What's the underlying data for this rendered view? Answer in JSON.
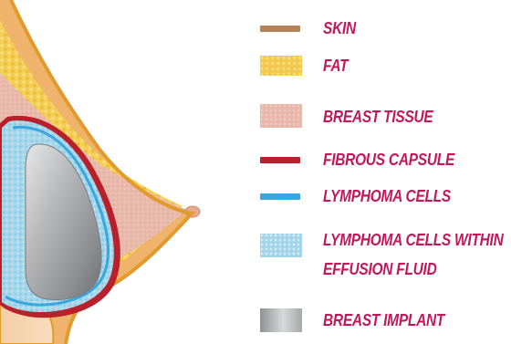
{
  "colors": {
    "skin": "#b5835a",
    "fat": "#f2c94c",
    "breast_tissue": "#e7b6a8",
    "fibrous_capsule": "#b8202c",
    "lymphoma_cells": "#39a7dc",
    "lymphoma_effusion": "#9fd3e8",
    "implant": "#a6a8aa",
    "label": "#c2185b",
    "outline": "#e39a2d"
  },
  "legend": {
    "items": [
      {
        "key": "skin",
        "label": "SKIN",
        "swatch": "line"
      },
      {
        "key": "fat",
        "label": "FAT",
        "swatch": "patch"
      },
      {
        "key": "breast_tissue",
        "label": "BREAST TISSUE",
        "swatch": "patch"
      },
      {
        "key": "fibrous_capsule",
        "label": "FIBROUS CAPSULE",
        "swatch": "line"
      },
      {
        "key": "lymphoma_cells",
        "label": "LYMPHOMA CELLS",
        "swatch": "line"
      },
      {
        "key": "lymphoma_effusion",
        "label": "LYMPHOMA CELLS WITHIN",
        "label2": "EFFUSION FLUID",
        "swatch": "patch"
      },
      {
        "key": "implant",
        "label": "BREAST IMPLANT",
        "swatch": "patch"
      }
    ]
  }
}
